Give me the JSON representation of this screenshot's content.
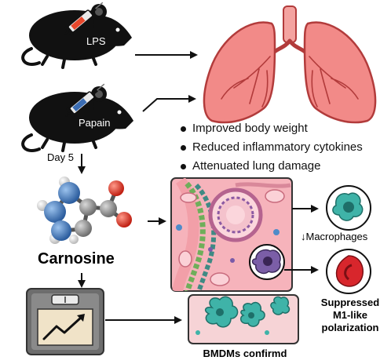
{
  "mouse_lps_label": "LPS",
  "mouse_papain_label": "Papain",
  "day_label": "Day 5",
  "compound_label": "Carnosine",
  "outcomes": [
    "Improved body weight",
    "Reduced inflammatory cytokines",
    "Attenuated lung damage"
  ],
  "macrophages_label": "↓Macrophages",
  "polarization_label": [
    "Suppressed",
    "M1-like",
    "polarization"
  ],
  "bmdm_label": "BMDMs confirmd",
  "colors": {
    "lung": "#f08080",
    "tissue": "#f7b5bc",
    "cell_teal": "#3fb3a8",
    "cell_purple": "#7b5ea7",
    "cell_red": "#d8262c",
    "atom_blue": "#3a6fb0",
    "atom_red": "#e03a2a",
    "atom_gray": "#8a8a8a"
  },
  "icons": [
    "mouse-icon",
    "syringe-icon",
    "lungs-icon",
    "molecule-icon",
    "scale-icon",
    "trend-up-icon",
    "macrophage-icon",
    "tissue-section-icon"
  ]
}
